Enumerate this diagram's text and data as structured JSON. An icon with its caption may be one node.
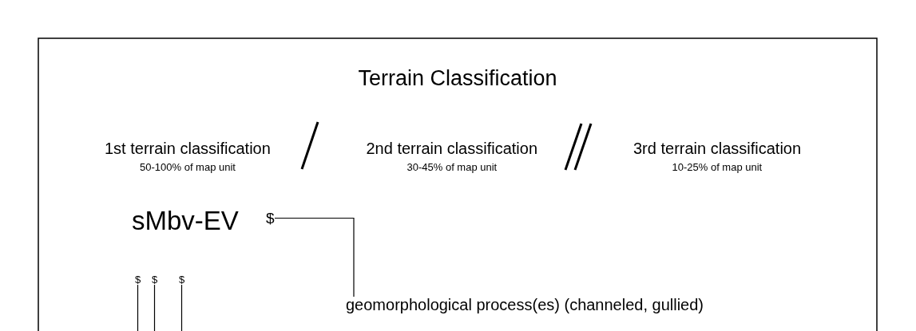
{
  "diagram": {
    "title": "Terrain Classification",
    "nodes": [
      {
        "text": [
          "$"
        ]
      },
      {
        "text": [
          "$"
        ]
      },
      {
        "text": [
          "$"
        ]
      },
      {
        "text": [
          "$"
        ]
      },
      {
        "text": [
          "geomorphological process(es) (channeled, gullied)"
        ]
      }
    ],
    "edges": [
      {
        "from": 0,
        "to": 4,
        "arrow": "none"
      },
      {
        "from": 1,
        "to": null,
        "arrow": "none"
      },
      {
        "from": 2,
        "to": null,
        "arrow": "none"
      },
      {
        "from": 3,
        "to": null,
        "arrow": "none"
      }
    ],
    "labels": [
      "1st terrain classification",
      "2nd terrain classification",
      "3rd terrain classification",
      "50-100% of map unit",
      "30-45% of map unit",
      "10-25% of map unit",
      "sMbv-EV"
    ]
  }
}
